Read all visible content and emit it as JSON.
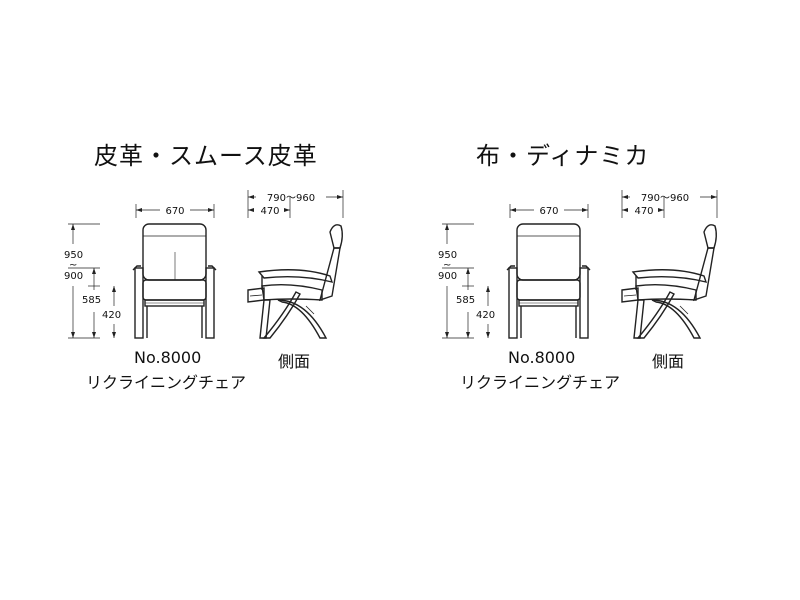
{
  "panels": [
    {
      "title": "皮革・スムース皮革",
      "model_number": "No.8000",
      "model_name": "リクライニングチェア",
      "side_caption": "側面",
      "dims": {
        "width": "670",
        "depth_total": "790〜960",
        "depth_seat": "470",
        "height_high": "950",
        "height_tilde": "~",
        "height_low": "900",
        "arm_height": "585",
        "seat_height": "420"
      }
    },
    {
      "title": "布・ディナミカ",
      "model_number": "No.8000",
      "model_name": "リクライニングチェア",
      "side_caption": "側面",
      "dims": {
        "width": "670",
        "depth_total": "790〜960",
        "depth_seat": "470",
        "height_high": "950",
        "height_tilde": "~",
        "height_low": "900",
        "arm_height": "585",
        "seat_height": "420"
      }
    }
  ]
}
